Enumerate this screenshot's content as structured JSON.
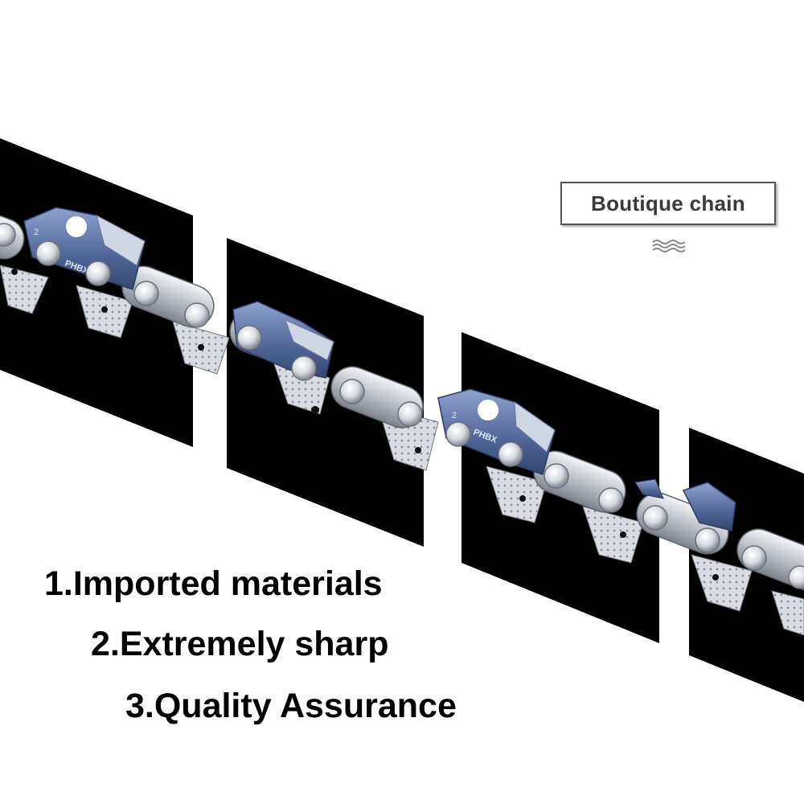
{
  "badge": {
    "label": "Boutique chain"
  },
  "features": [
    {
      "text": "1.Imported materials"
    },
    {
      "text": "2.Extremely sharp"
    },
    {
      "text": "3.Quality Assurance"
    }
  ],
  "chain": {
    "stamp_number": "2",
    "stamp_code": "PHBX"
  },
  "colors": {
    "panel": "#000000",
    "steel": "#c8ccd2",
    "cutter_blue": "#5a6f9e",
    "text": "#000000"
  }
}
